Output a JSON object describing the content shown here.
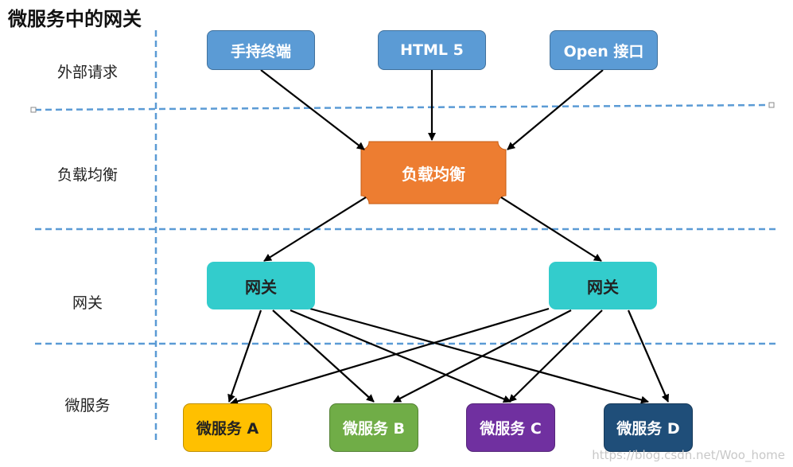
{
  "title": "微服务中的网关",
  "layers": {
    "external": "外部请求",
    "lb": "负载均衡",
    "gateway": "网关",
    "services": "微服务"
  },
  "nodes": {
    "mobile": "手持终端",
    "html5": "HTML 5",
    "open_api": "Open 接口",
    "load_balancer": "负载均衡",
    "gateway_left": "网关",
    "gateway_right": "网关",
    "svc_a": "微服务 A",
    "svc_b": "微服务 B",
    "svc_c": "微服务 C",
    "svc_d": "微服务 D"
  },
  "colors": {
    "client": "#5b9bd5",
    "load_balancer": "#ed7d31",
    "gateway": "#33cccc",
    "svc_a": "#ffc000",
    "svc_b": "#70ad47",
    "svc_c": "#7030a0",
    "svc_d": "#1f4e79",
    "divider": "#5b9bd5"
  },
  "watermark": "https://blog.csdn.net/Woo_home"
}
